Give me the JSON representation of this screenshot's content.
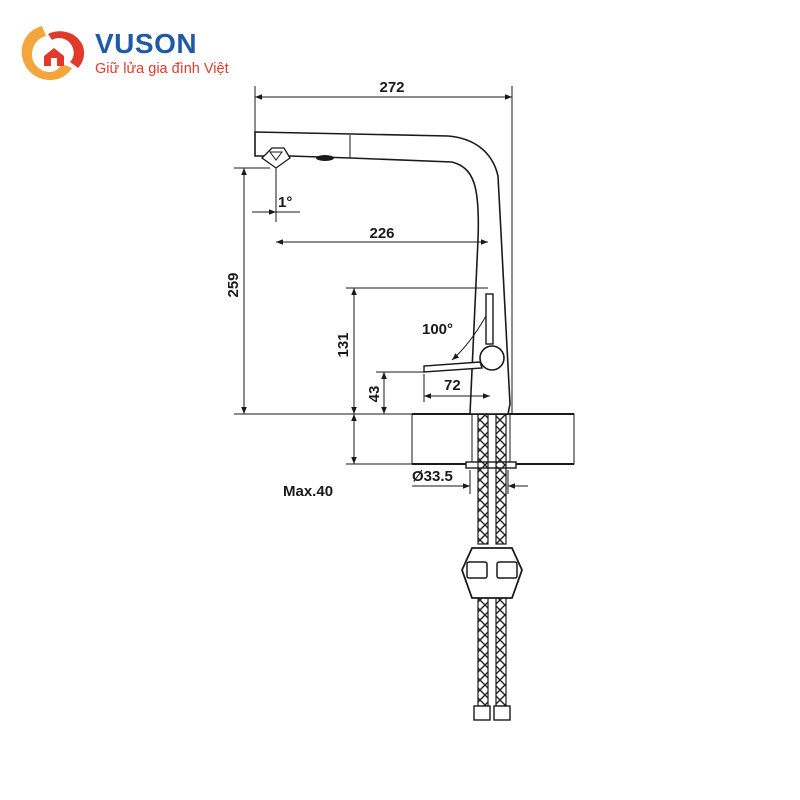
{
  "brand": {
    "name": "VUSON",
    "tagline": "Giữ lửa gia đình Việt",
    "colors": {
      "primary": "#1f5aa6",
      "accent": "#e23a2a",
      "secondary": "#f2a63b"
    }
  },
  "dimensions": {
    "overall_width": "272",
    "spout_angle": "1°",
    "spout_reach": "226",
    "total_height": "259",
    "lever_height": "131",
    "lever_angle": "100°",
    "lever_length": "72",
    "lever_base_height": "43",
    "hole_diameter": "Ø33.5",
    "max_thickness": "Max.40"
  }
}
